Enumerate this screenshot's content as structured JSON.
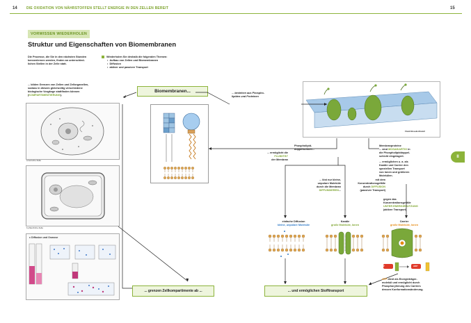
{
  "header": {
    "page_left": "14",
    "page_right": "15",
    "running_head": "DIE OXIDATION VON NÄHRSTOFFEN STELLT ENERGIE IN DEN ZELLEN BEREIT"
  },
  "section_tag": "VORWISSEN WIEDERHOLEN",
  "title": "Struktur und Eigenschaften von Biomembranen",
  "intro": {
    "line1": "Die Prozesse, die Sie in den nächsten Stunden",
    "line2": "kennenlernen werden, finden an unterschied-",
    "line3": "lichen Stellen in der Zelle statt."
  },
  "topics": {
    "heading": "Wiederholen Sie deshalb die folgenden Themen:",
    "items": [
      "Aufbau von Zellen und Biomembranen",
      "Diffusion",
      "aktiver und passiver Transport"
    ]
  },
  "left": {
    "line1": "... bilden Grenzen von Zellen und Zellorganellen,",
    "line2": "sodass in diesem gleichzeitig verschiedene",
    "line3": "biologische Vorgänge stattfinden können",
    "line4_pre": "(",
    "line4_hl": "KOMPARTIMENTIERUNG",
    "line4_post": ").",
    "tierische": "a  tierische Zelle",
    "pflanzliche": "b  pflanzliche Zelle",
    "diff_title": "c  Diffusion und Osmose",
    "bottom_box": "... grenzen Zellkompartimente ab ..."
  },
  "center": {
    "box": "Biomembranen...",
    "phospho_1": "Phospholipid-",
    "phospho_2": "doppelschicht...",
    "fluid_pre": "... ermöglicht die",
    "fluid_hl": "FLUIDITÄT",
    "fluid_post": "der Membran",
    "bestehen_1": "... bestehen aus Phospho-",
    "bestehen_2": "lipiden und Proteinen"
  },
  "right": {
    "model_label": "Fluid-Mosaik-Modell",
    "proteins_title": "Membranproteine",
    "mosaik_pre": "... sind",
    "mosaik_hl": "MOSAIKARTIG",
    "mosaik_post": "in",
    "mosaik_l2": "die Phospholipiddoppel-",
    "mosaik_l3": "schicht eingelagert.",
    "erm1": "... ermöglichen u. a. als",
    "erm2": "Kanäle und Carrier den",
    "erm3": "speziellen Transport",
    "erm4": "von Ionen und größeren",
    "erm5": "Molekülen.",
    "gegen1": "gegen das",
    "gegen2": "Konzentrationsgefälle",
    "gegen_hl": "UNTER ENERGIENUTZUNG",
    "gegen3": "(aktiver Transport)"
  },
  "mid": {
    "loest1": "... löst nur kleine,",
    "loest2": "unpolare Moleküle",
    "loest3": "durch die Membran",
    "loest_hl": "DIFFUNDIEREN",
    "mit1": "mit dem",
    "mit2": "Konzentrationsgefälle",
    "mit3_pre": "durch",
    "mit3_hl": "DIFFUSION",
    "mit4": "(passiver Transport)"
  },
  "transport": {
    "diff_title": "einfache Diffusion",
    "diff_sub": "kleine, unpolare Moleküle",
    "kan_title": "Kanäle",
    "kan_sub": "große Moleküle, Ionen",
    "car_title": "Carrier",
    "car_sub": "große Moleküle, Ionen",
    "atp": "ATP",
    "adp": "ADP",
    "bottom_box": "... und ermöglichen Stofftransport"
  },
  "atp_text": {
    "hl": "ATP",
    "l1": "dient als Energieträger-",
    "l2": "molekül und ermöglicht durch",
    "l3": "Phosphorylierung des Carriers",
    "l4": "dessen Konformationsänderung."
  },
  "side_tab": "II",
  "colors": {
    "accent_green": "#7ca32c",
    "tag_bg": "#d7e6b4",
    "membrane_blue": "#9fc5e3",
    "protein_green": "#7aa83a",
    "highlight_orange": "#e58a12",
    "highlight_blue": "#2e79c7",
    "atp_red": "#e03a2a"
  }
}
